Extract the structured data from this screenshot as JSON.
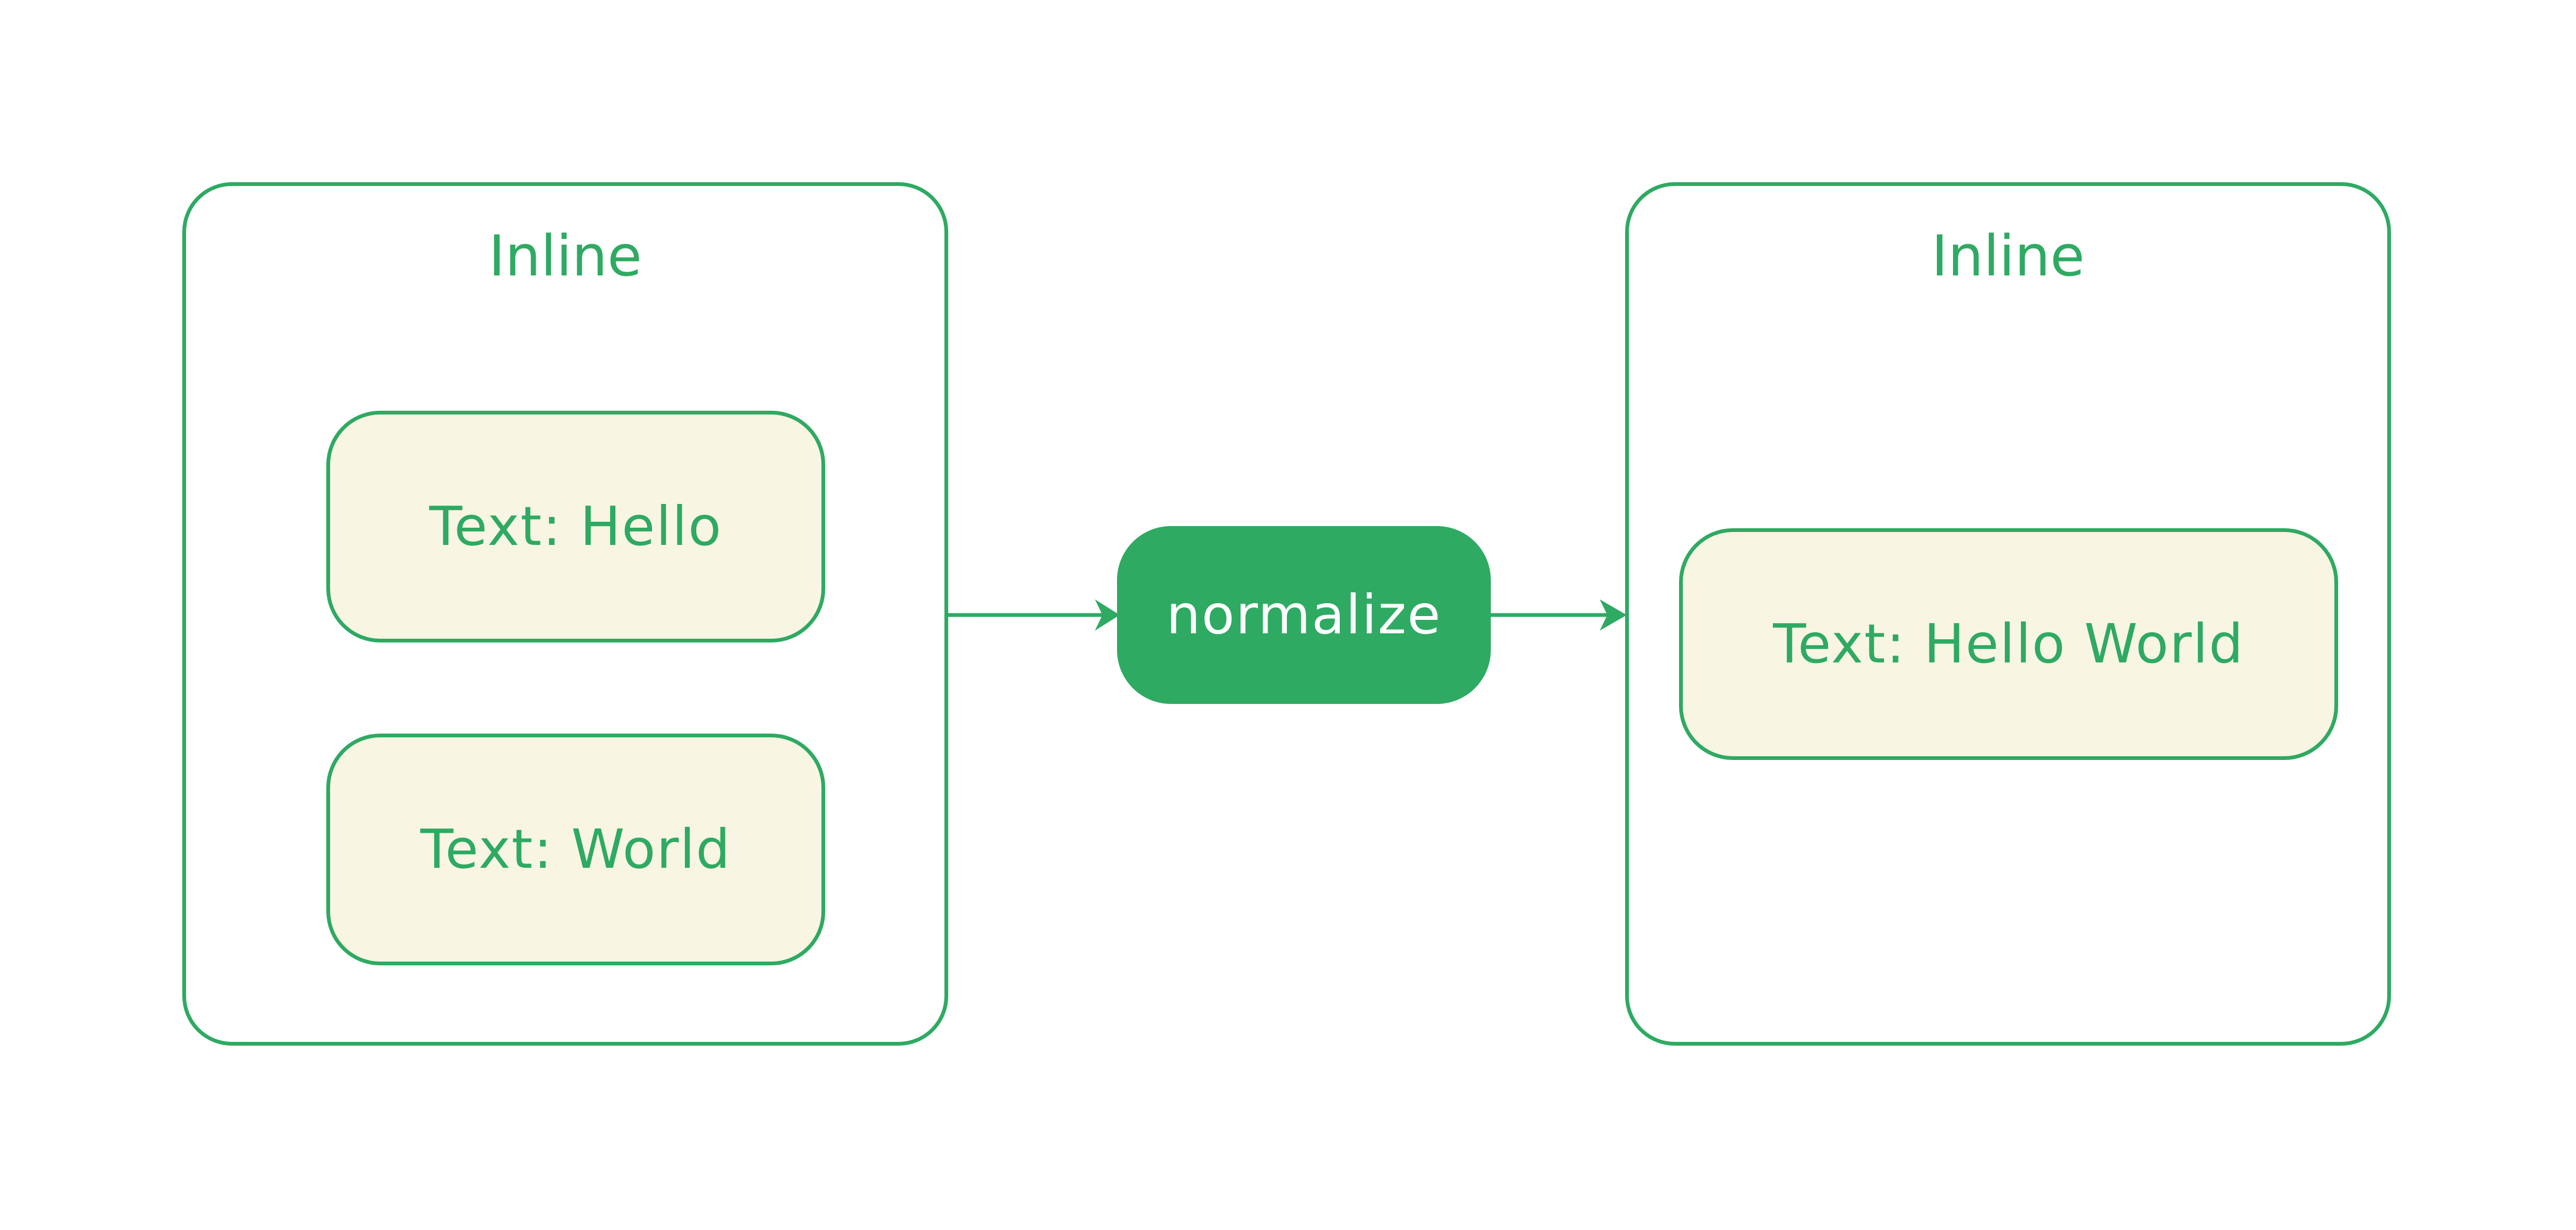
{
  "colors": {
    "stroke": "#2eaa62",
    "node_fill": "#f9f5e3",
    "process_fill": "#2eaa62",
    "process_text": "#ffffff",
    "background": "#ffffff"
  },
  "diagram": {
    "input": {
      "title": "Inline",
      "children": [
        {
          "label": "Text: Hello"
        },
        {
          "label": "Text: World"
        }
      ]
    },
    "process": {
      "label": "normalize"
    },
    "output": {
      "title": "Inline",
      "children": [
        {
          "label": "Text: Hello World"
        }
      ]
    }
  }
}
